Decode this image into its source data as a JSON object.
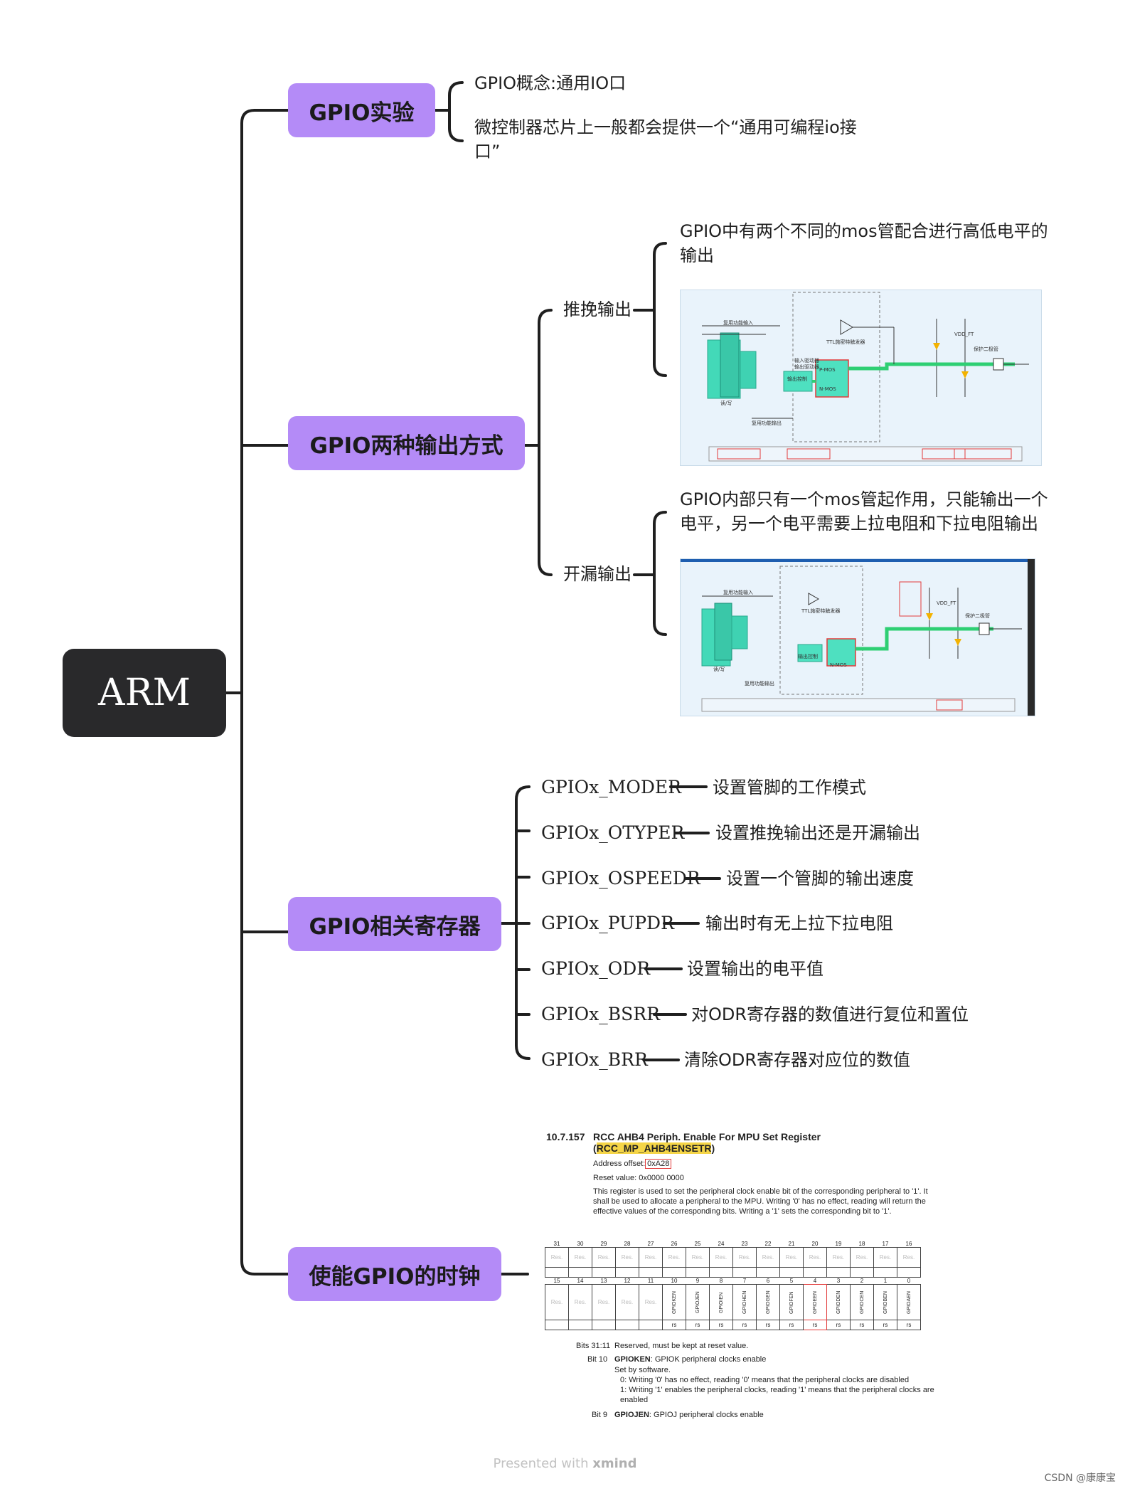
{
  "root": "ARM",
  "topics": {
    "t1": "GPIO实验",
    "t2": "GPIO两种输出方式",
    "t3": "GPIO相关寄存器",
    "t4": "使能GPIO的时钟"
  },
  "gpio_exp": {
    "concept": "GPIO概念:通用IO口",
    "desc": "微控制器芯片上一般都会提供一个“通用可编程io接口”"
  },
  "output": {
    "pushpull": {
      "label": "推挽输出",
      "note": "GPIO中有两个不同的mos管配合进行高低电平的输出",
      "img_labels": [
        "P-MOS",
        "N-MOS",
        "输出控制",
        "TTL施密特触发器",
        "保护二极管",
        "VDD_FT",
        "读/写",
        "复用功能输出",
        "复用功能输入",
        "输入驱动器",
        "输出驱动器"
      ]
    },
    "opendrain": {
      "label": "开漏输出",
      "note": "GPIO内部只有一个mos管起作用，只能输出一个电平，另一个电平需要上拉电阻和下拉电阻输出",
      "img_labels": [
        "N-MOS",
        "输出控制",
        "TTL施密特触发器",
        "保护二极管",
        "VDD_FT",
        "读/写",
        "复用功能输出",
        "复用功能输入"
      ]
    }
  },
  "registers": [
    {
      "name": "GPIOx_MODER",
      "desc": "设置管脚的工作模式"
    },
    {
      "name": "GPIOx_OTYPER",
      "desc": "设置推挽输出还是开漏输出"
    },
    {
      "name": "GPIOx_OSPEEDR",
      "desc": "设置一个管脚的输出速度"
    },
    {
      "name": "GPIOx_PUPDR",
      "desc": "输出时有无上拉下拉电阻"
    },
    {
      "name": "GPIOx_ODR",
      "desc": "设置输出的电平值"
    },
    {
      "name": "GPIOx_BSRR",
      "desc": "对ODR寄存器的数值进行复位和置位"
    },
    {
      "name": "GPIOx_BRR",
      "desc": "清除ODR寄存器对应位的数值"
    }
  ],
  "datasheet": {
    "section": "10.7.157",
    "title": "RCC AHB4 Periph. Enable For MPU Set Register",
    "regname": "RCC_MP_AHB4ENSETR",
    "offset_label": "Address offset:",
    "offset": "0xA28",
    "reset": "Reset value: 0x0000 0000",
    "para": "This register is used to set the peripheral clock enable bit of the corresponding peripheral to '1'. It shall be used to allocate a peripheral to the MPU. Writing '0' has no effect, reading will return the effective values of the corresponding bits. Writing a '1' sets the corresponding bit to '1'.",
    "bits_high": [
      "31",
      "30",
      "29",
      "28",
      "27",
      "26",
      "25",
      "24",
      "23",
      "22",
      "21",
      "20",
      "19",
      "18",
      "17",
      "16"
    ],
    "bits_low": [
      "15",
      "14",
      "13",
      "12",
      "11",
      "10",
      "9",
      "8",
      "7",
      "6",
      "5",
      "4",
      "3",
      "2",
      "1",
      "0"
    ],
    "fields": [
      "Res.",
      "Res.",
      "Res.",
      "Res.",
      "Res.",
      "GPIOKEN",
      "GPIOJEN",
      "GPIOIEN",
      "GPIOHEN",
      "GPIOGEN",
      "GPIOFEN",
      "GPIOEEN",
      "GPIODEN",
      "GPIOCEN",
      "GPIOBEN",
      "GPIOAEN"
    ],
    "access": [
      "",
      "",
      "",
      "",
      "",
      "rs",
      "rs",
      "rs",
      "rs",
      "rs",
      "rs",
      "rs",
      "rs",
      "rs",
      "rs",
      "rs"
    ],
    "b1_label": "Bits 31:11",
    "b1_text": "Reserved, must be kept at reset value.",
    "b2_label": "Bit 10",
    "b2_name": "GPIOKEN",
    "b2_text": ": GPIOK peripheral clocks enable",
    "b2_set": "Set by software.",
    "b2_0": "0: Writing '0' has no effect, reading '0' means that the peripheral clocks are disabled",
    "b2_1": "1: Writing '1' enables the peripheral clocks, reading '1' means that the peripheral clocks are enabled",
    "b3_label": "Bit 9",
    "b3_name": "GPIOJEN",
    "b3_text": ": GPIOJ peripheral clocks enable"
  },
  "footer": {
    "presented": "Presented with",
    "brand": "xmind"
  },
  "credit": "CSDN @康康宝",
  "colors": {
    "topic": "#b48bf7",
    "root": "#29292b",
    "line": "#1f1f1f",
    "highlight": "#f5d547",
    "redbox": "#e23b3b"
  }
}
